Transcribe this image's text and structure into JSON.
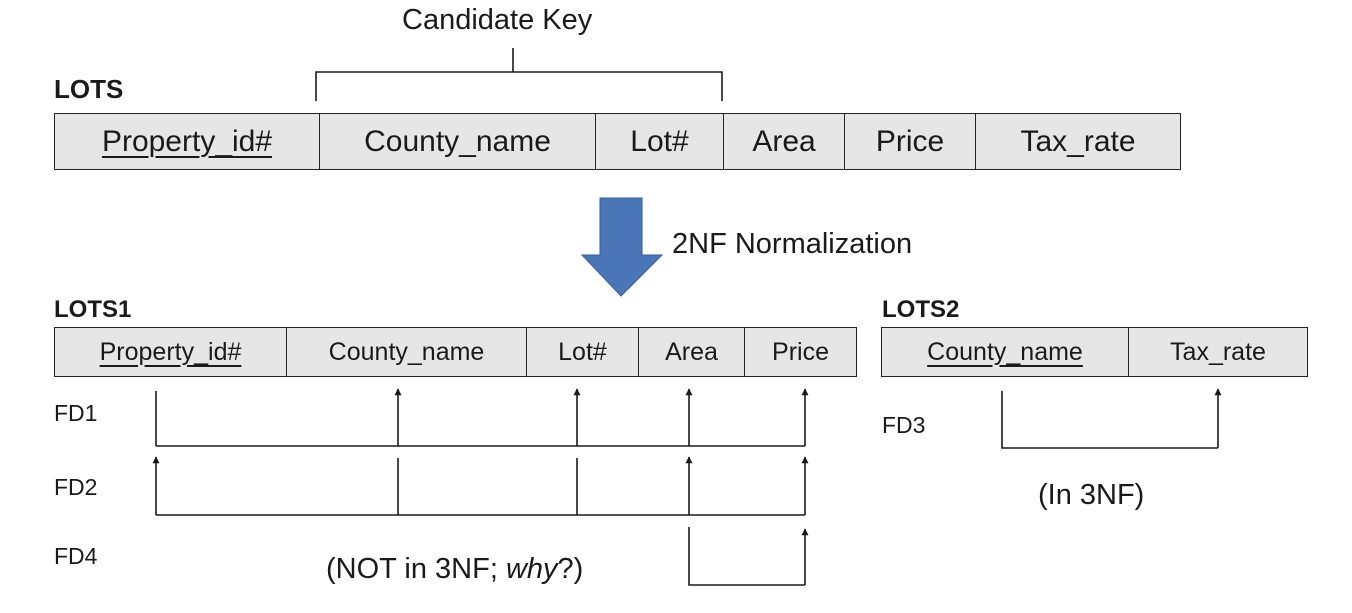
{
  "candidate_key_label": "Candidate Key",
  "lots": {
    "name": "LOTS",
    "columns": [
      "Property_id#",
      "County_name",
      "Lot#",
      "Area",
      "Price",
      "Tax_rate"
    ],
    "primary_key": "Property_id#"
  },
  "transition": {
    "label": "2NF Normalization",
    "arrow_color": "#4a76b8"
  },
  "lots1": {
    "name": "LOTS1",
    "columns": [
      "Property_id#",
      "County_name",
      "Lot#",
      "Area",
      "Price"
    ],
    "primary_key": "Property_id#"
  },
  "lots2": {
    "name": "LOTS2",
    "columns": [
      "County_name",
      "Tax_rate"
    ],
    "primary_key": "County_name"
  },
  "dependencies": {
    "fd1": "FD1",
    "fd2": "FD2",
    "fd3": "FD3",
    "fd4": "FD4"
  },
  "notes": {
    "lots1_status_prefix": "(NOT in 3NF; ",
    "lots1_status_emph": "why",
    "lots1_status_suffix": "?)",
    "lots2_status": "(In 3NF)"
  }
}
